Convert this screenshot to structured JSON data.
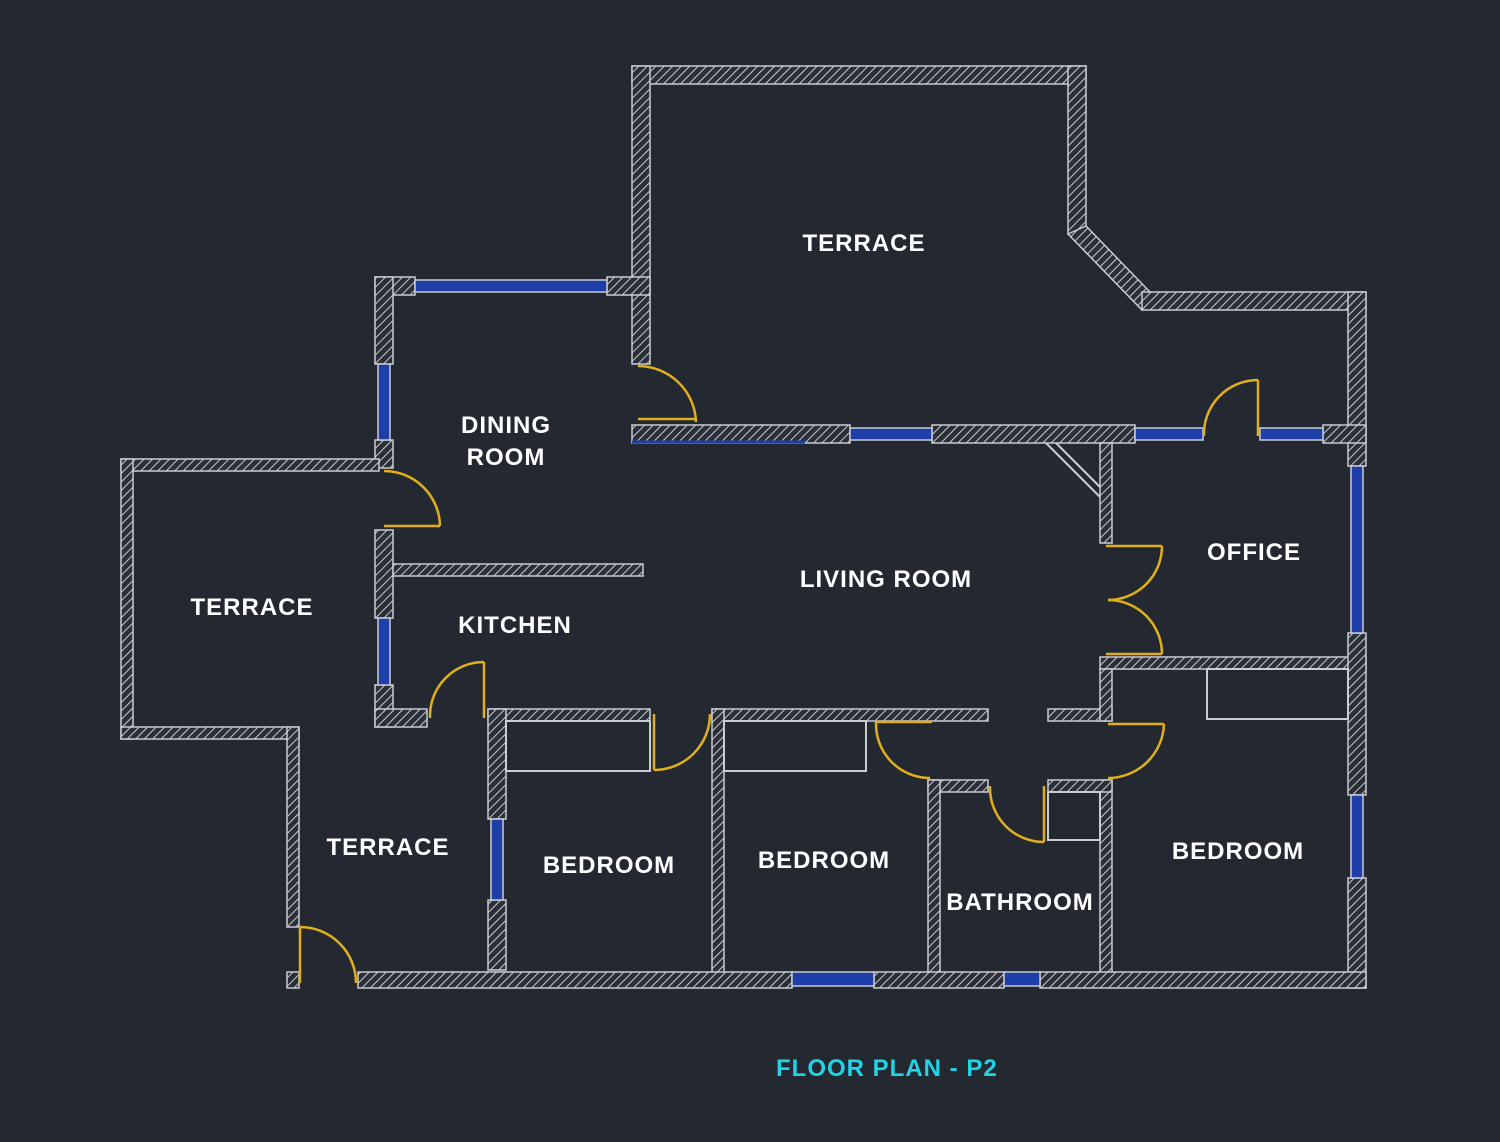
{
  "colors": {
    "background": "#232831",
    "wall": "#c9ccd1",
    "window": "#1f3fa8",
    "door": "#e0b01c",
    "label": "#ffffff",
    "title": "#22d3e6"
  },
  "rooms": {
    "terrace_top": "TERRACE",
    "dining_line1": "DINING",
    "dining_line2": "ROOM",
    "terrace_left": "TERRACE",
    "kitchen": "KITCHEN",
    "living_room": "LIVING ROOM",
    "office": "OFFICE",
    "terrace_bottom": "TERRACE",
    "bedroom_1": "BEDROOM",
    "bedroom_2": "BEDROOM",
    "bathroom": "BATHROOM",
    "bedroom_3": "BEDROOM"
  },
  "title": "FLOOR PLAN - P2"
}
